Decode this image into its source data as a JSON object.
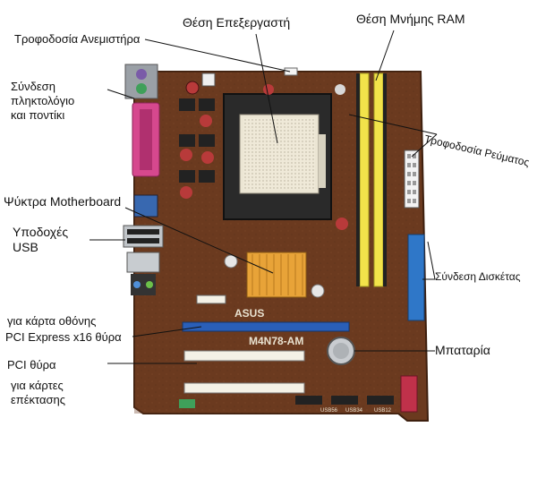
{
  "labels": {
    "cpu_socket": "Θέση Επεξεργαστή",
    "ram_slots": "Θέση Μνήμης RAM",
    "fan_power": "Τροφοδοσία Ανεμιστήρα",
    "kb_mouse": [
      "Σύνδεση",
      "πληκτολόγιο",
      "και ποντίκι"
    ],
    "power_supply": "Τροφοδοσία Ρεύματος",
    "heatsink": "Ψύκτρα Motherboard",
    "usb": [
      "Υποδοχές",
      "USB"
    ],
    "floppy": "Σύνδεση Δισκέτας",
    "pcie": [
      "για κάρτα οθόνης",
      "PCI Express x16 θύρα"
    ],
    "battery": "Μπαταρία",
    "pci": [
      "PCI θύρα",
      "για κάρτες",
      "επέκτασης"
    ]
  },
  "board": {
    "brand_text": "ASUS",
    "model_text": "M4N78-AM",
    "usb_header_labels": [
      "USB56",
      "USB34",
      "USB12"
    ]
  },
  "colors": {
    "pcb": "#6b3a1f",
    "ram_slot": "#f2e34a",
    "pcie_slot": "#2a5fb8",
    "pci_slot": "#f4f1e6",
    "heatsink": "#e8a338",
    "floppy": "#2f77c8",
    "pink_port": "#d6488e"
  }
}
